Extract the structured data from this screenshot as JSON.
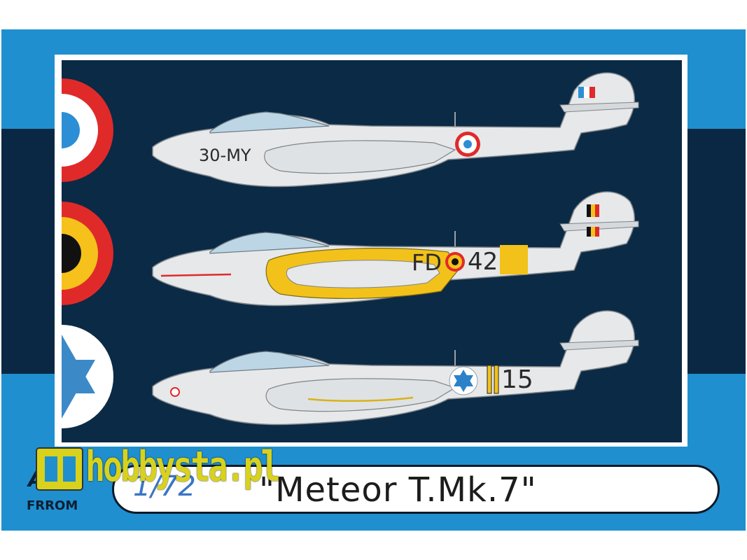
{
  "product": {
    "title": "\"Meteor T.Mk.7\"",
    "scale": "1/72",
    "brand_sub": "FRROM"
  },
  "watermark": {
    "text": "hobbysta.pl",
    "color": "#d8d21c"
  },
  "aircraft": [
    {
      "marking": "30-MY",
      "roundel": "france-roundel-icon",
      "accent": "none"
    },
    {
      "marking_left": "FD",
      "marking_right": "42",
      "roundel": "belgium-roundel-icon",
      "accent": "#f2c21b"
    },
    {
      "marking": "15",
      "roundel": "israel-star-icon",
      "accent": "#f2c21b"
    }
  ],
  "colors": {
    "frame_blue": "#1f8fd0",
    "navy": "#0b2a45",
    "aircraft_silver": "#e6e8ea",
    "france_red": "#e02a2a",
    "france_blue": "#2c8fd6",
    "belgium_yellow": "#f5c11a",
    "israel_blue": "#2c82c9"
  }
}
